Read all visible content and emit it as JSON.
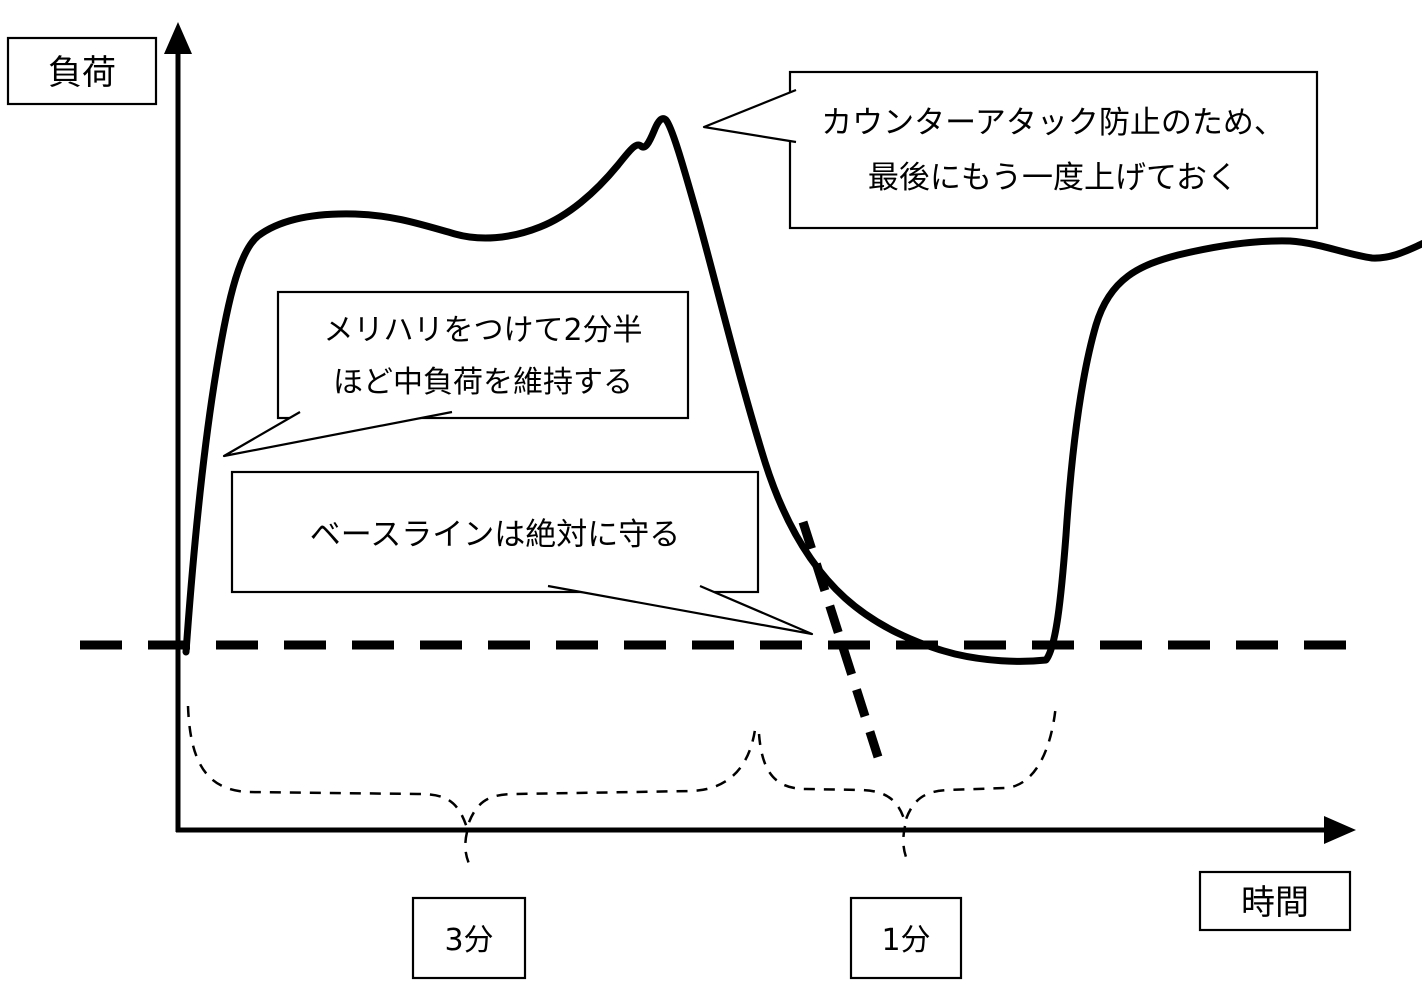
{
  "diagram": {
    "y_axis_label": "負荷",
    "x_axis_label": "時間",
    "callouts": {
      "counter_attack": {
        "line1": "カウンターアタック防止のため、",
        "line2": "最後にもう一度上げておく"
      },
      "mid_load": {
        "line1": "メリハリをつけて2分半",
        "line2": "ほど中負荷を維持する"
      },
      "baseline": {
        "text": "ベースラインは絶対に守る"
      }
    },
    "durations": {
      "first": "3分",
      "second": "1分"
    },
    "colors": {
      "stroke": "#000000",
      "background": "#ffffff"
    }
  }
}
